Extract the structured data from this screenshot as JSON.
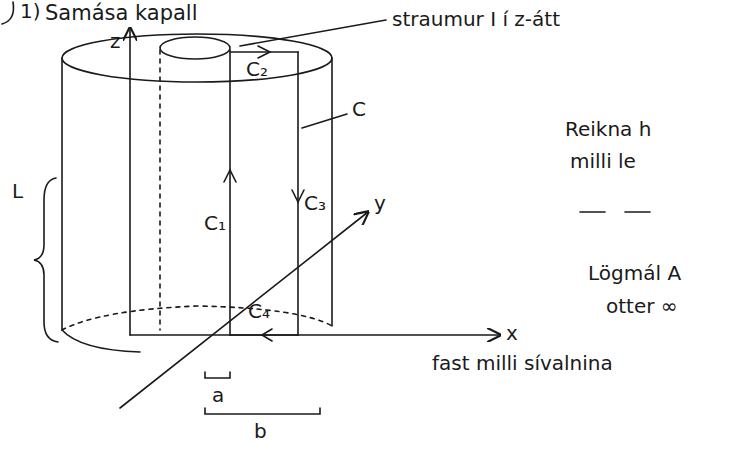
{
  "diagram": {
    "title": "Samása kapall",
    "labels": [
      "1)",
      "z",
      "straumur I í z-átt",
      "L",
      "C₂",
      "C",
      "C₁",
      "C₃",
      "y",
      "C₄",
      "x",
      "a",
      "b",
      "Reikna h",
      "milli le",
      "Lögmál A",
      "otter ∞",
      "fast milli sívalnina"
    ]
  }
}
